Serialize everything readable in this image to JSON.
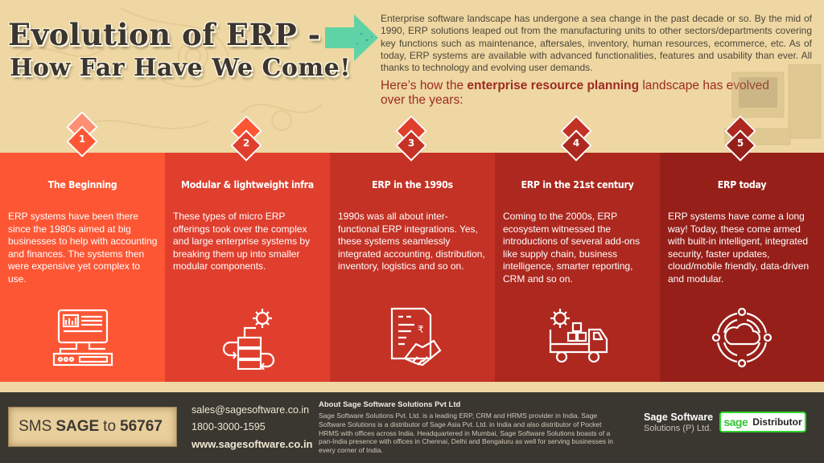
{
  "header": {
    "title_line1": "Evolution of ERP -",
    "title_line2": "How Far Have We Come!",
    "intro": "Enterprise software landscape has undergone a sea change in the past decade or so. By the mid of 1990, ERP solutions leaped out from the manufacturing units to other sectors/departments covering key functions such as maintenance, aftersales, inventory, human resources, ecommerce, etc. As of today, ERP systems are available with advanced functionalities, features and usability than ever. All thanks to technology and evolving user demands.",
    "lead_prefix": "Here’s how the ",
    "lead_bold": "enterprise resource planning",
    "lead_suffix": " landscape has evolved over the years:"
  },
  "colors": {
    "background": "#eed7a2",
    "arrow": "#5fd3a5",
    "panel_1": "#fd5634",
    "panel_2": "#e03f2e",
    "panel_3": "#c43225",
    "panel_4": "#ad281f",
    "panel_5": "#961f19",
    "footer": "#3a3731",
    "accent_text": "#9e2a23"
  },
  "stages": [
    {
      "number": "1",
      "title": "The Beginning",
      "body": "ERP systems have been there since the 1980s aimed at big businesses to help with accounting and finances. The systems then were expensive yet complex to use.",
      "icon": "computer-chart-icon"
    },
    {
      "number": "2",
      "title": "Modular & lightweight infra",
      "body": "These types of micro ERP offerings took over the complex and large enterprise systems by breaking them up into smaller modular components.",
      "icon": "modules-gear-icon"
    },
    {
      "number": "3",
      "title": "ERP in the 1990s",
      "body": "1990s was all about inter-functional ERP integrations. Yes, these systems seamlessly integrated accounting, distribution, inventory, logistics and so on.",
      "icon": "invoice-handshake-icon"
    },
    {
      "number": "4",
      "title": "ERP in the 21st century",
      "body": "Coming to the 2000s, ERP ecosystem witnessed the introductions of several add-ons like supply chain, business intelligence, smarter reporting, CRM and so on.",
      "icon": "delivery-truck-gear-icon"
    },
    {
      "number": "5",
      "title": "ERP today",
      "body": "ERP systems have come a long way! Today, these come armed with built-in intelligent, integrated security, faster updates, cloud/mobile friendly, data-driven and modular.",
      "icon": "cloud-network-icon"
    }
  ],
  "footer": {
    "sms_prefix": "SMS",
    "sms_keyword": "SAGE",
    "sms_mid": "to",
    "sms_number": "56767",
    "email": "sales@sagesoftware.co.in",
    "phone": "1800-3000-1595",
    "website": "www.sagesoftware.co.in",
    "about_title": "About Sage Software Solutions Pvt Ltd",
    "about_body": "Sage Software Solutions Pvt. Ltd. is a leading ERP, CRM and HRMS provider in India. Sage Software Solutions is a distributor of Sage Asia Pvt. Ltd. in India and also distributor of Pocket HRMS with offices across India. Headquartered in Mumbai, Sage Software Solutions boasts of a pan-India presence with offices in Chennai, Delhi and Bengaluru as well for serving businesses in every corner of India.",
    "company_line1": "Sage Software",
    "company_line2": "Solutions (P) Ltd.",
    "badge_brand": "sage",
    "badge_label": "Distributor"
  }
}
